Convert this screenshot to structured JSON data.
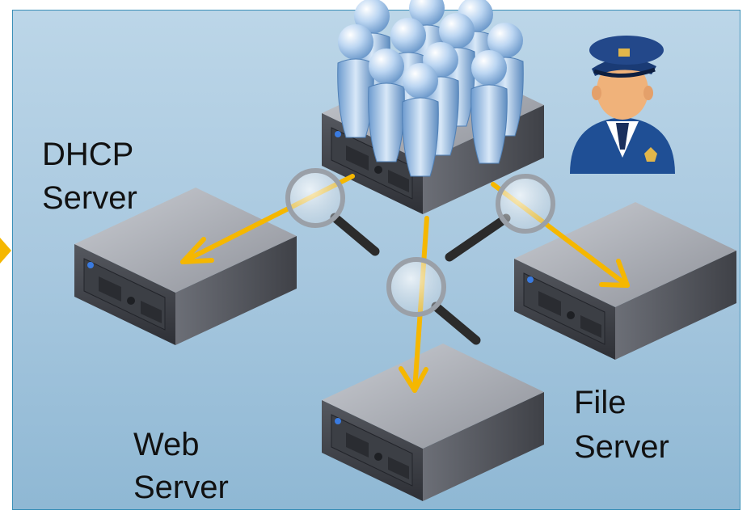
{
  "labels": {
    "dhcp_line1": "DHCP",
    "dhcp_line2": "Server",
    "web_line1": "Web",
    "web_line2": "Server",
    "file_line1": "File",
    "file_line2": "Server"
  },
  "colors": {
    "background_top": "#bcd6e8",
    "background_bottom": "#8fb8d4",
    "border": "#3a8fb7",
    "arrow": "#f5b700",
    "server_body": "#7d8088",
    "user_figure": "#8fb6e0",
    "officer_uniform": "#1f4f95"
  },
  "icons": {
    "users": "user-group-icon",
    "officer": "police-officer-icon",
    "magnifier": "magnifying-glass-icon",
    "server": "server-icon"
  }
}
